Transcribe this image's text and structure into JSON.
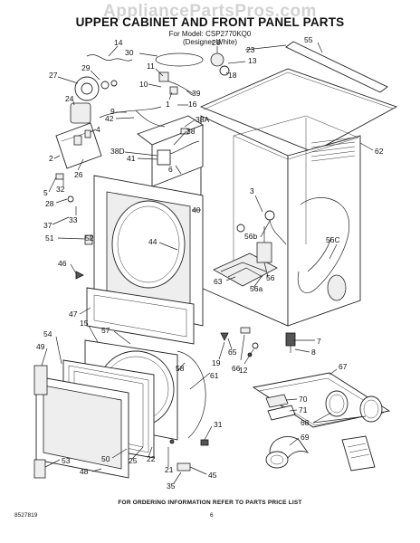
{
  "watermark": "AppliancePartsPros.com",
  "header": {
    "title": "UPPER CABINET AND FRONT PANEL PARTS",
    "model_line": "For Model: CSP2770KQ0",
    "variant_line": "(Designer White)"
  },
  "callouts": [
    {
      "id": "c14",
      "text": "14"
    },
    {
      "id": "c30",
      "text": "30"
    },
    {
      "id": "c20",
      "text": "20"
    },
    {
      "id": "c23",
      "text": "23"
    },
    {
      "id": "c55",
      "text": "55"
    },
    {
      "id": "c27",
      "text": "27"
    },
    {
      "id": "c29",
      "text": "29"
    },
    {
      "id": "c11",
      "text": "11"
    },
    {
      "id": "c18",
      "text": "18"
    },
    {
      "id": "c13",
      "text": "13"
    },
    {
      "id": "c24",
      "text": "24"
    },
    {
      "id": "c10",
      "text": "10"
    },
    {
      "id": "c1",
      "text": "1"
    },
    {
      "id": "c39",
      "text": "39"
    },
    {
      "id": "c16",
      "text": "16"
    },
    {
      "id": "c9",
      "text": "9"
    },
    {
      "id": "c42",
      "text": "42"
    },
    {
      "id": "c38A",
      "text": "38A"
    },
    {
      "id": "c4",
      "text": "4"
    },
    {
      "id": "c38",
      "text": "38"
    },
    {
      "id": "c38D",
      "text": "38D"
    },
    {
      "id": "c62",
      "text": "62"
    },
    {
      "id": "c2",
      "text": "2"
    },
    {
      "id": "c41",
      "text": "41"
    },
    {
      "id": "c6",
      "text": "6"
    },
    {
      "id": "c26",
      "text": "26"
    },
    {
      "id": "c5",
      "text": "5"
    },
    {
      "id": "c32",
      "text": "32"
    },
    {
      "id": "c28",
      "text": "28"
    },
    {
      "id": "c40",
      "text": "40"
    },
    {
      "id": "c3",
      "text": "3"
    },
    {
      "id": "c37",
      "text": "37"
    },
    {
      "id": "c33",
      "text": "33"
    },
    {
      "id": "c52",
      "text": "52"
    },
    {
      "id": "c51",
      "text": "51"
    },
    {
      "id": "c44",
      "text": "44"
    },
    {
      "id": "c56b",
      "text": "56b"
    },
    {
      "id": "c56C",
      "text": "56C"
    },
    {
      "id": "c46",
      "text": "46"
    },
    {
      "id": "c56",
      "text": "56"
    },
    {
      "id": "c63",
      "text": "63"
    },
    {
      "id": "c56a",
      "text": "56a"
    },
    {
      "id": "c47",
      "text": "47"
    },
    {
      "id": "c7",
      "text": "7"
    },
    {
      "id": "c15",
      "text": "15"
    },
    {
      "id": "c65",
      "text": "65"
    },
    {
      "id": "c8",
      "text": "8"
    },
    {
      "id": "c57",
      "text": "57"
    },
    {
      "id": "c54",
      "text": "54"
    },
    {
      "id": "c19",
      "text": "19"
    },
    {
      "id": "c66",
      "text": "66"
    },
    {
      "id": "c49",
      "text": "49"
    },
    {
      "id": "c58",
      "text": "58"
    },
    {
      "id": "c61",
      "text": "61"
    },
    {
      "id": "c12",
      "text": "12"
    },
    {
      "id": "c67",
      "text": "67"
    },
    {
      "id": "c70",
      "text": "70"
    },
    {
      "id": "c71",
      "text": "71"
    },
    {
      "id": "c68",
      "text": "68"
    },
    {
      "id": "c31",
      "text": "31"
    },
    {
      "id": "c69",
      "text": "69"
    },
    {
      "id": "c50",
      "text": "50"
    },
    {
      "id": "c25",
      "text": "25"
    },
    {
      "id": "c22",
      "text": "22"
    },
    {
      "id": "c21",
      "text": "21"
    },
    {
      "id": "c53",
      "text": "53"
    },
    {
      "id": "c45",
      "text": "45"
    },
    {
      "id": "c48",
      "text": "48"
    },
    {
      "id": "c35",
      "text": "35"
    }
  ],
  "footer": {
    "note": "FOR ORDERING INFORMATION REFER TO PARTS PRICE LIST",
    "doc_number": "8527819",
    "page_number": "6"
  }
}
